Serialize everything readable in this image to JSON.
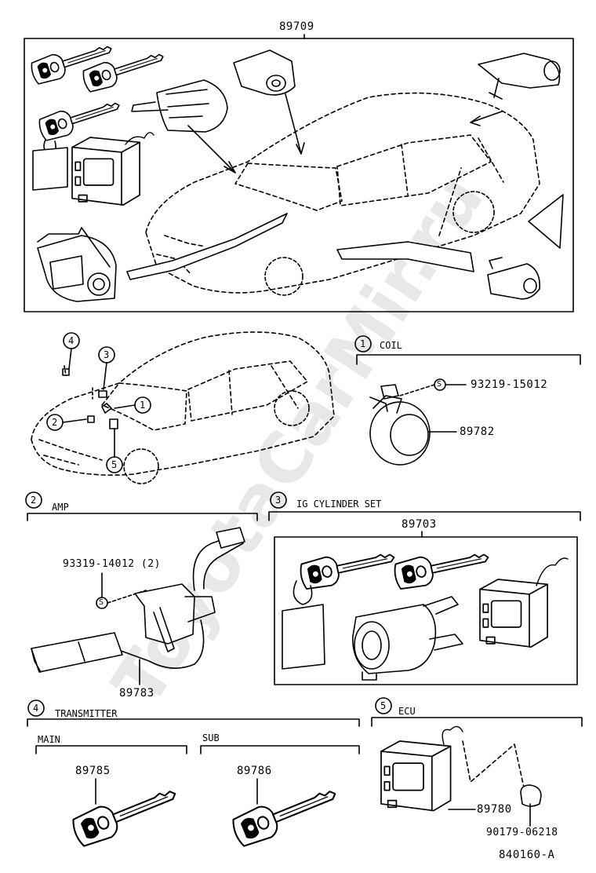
{
  "watermark": "ToyotaCarMir.ru",
  "top_group": {
    "part_no": "89709"
  },
  "coil": {
    "num": "1",
    "title": "COIL",
    "screw_no": "93219-15012",
    "screw_mark": "S",
    "part_no": "89782"
  },
  "amp": {
    "num": "2",
    "title": "AMP",
    "screw_no": "93319-14012 (2)",
    "screw_mark": "S",
    "part_no": "89783"
  },
  "ig": {
    "num": "3",
    "title": "IG CYLINDER SET",
    "part_no": "89703"
  },
  "transmitter": {
    "num": "4",
    "title": "TRANSMITTER",
    "main_label": "MAIN",
    "main_part": "89785",
    "sub_label": "SUB",
    "sub_part": "89786"
  },
  "ecu": {
    "num": "5",
    "title": "ECU",
    "part_no": "89780",
    "clip_no": "90179-06218"
  },
  "callouts": [
    "1",
    "2",
    "3",
    "4",
    "5"
  ],
  "figure_id": "840160-A"
}
